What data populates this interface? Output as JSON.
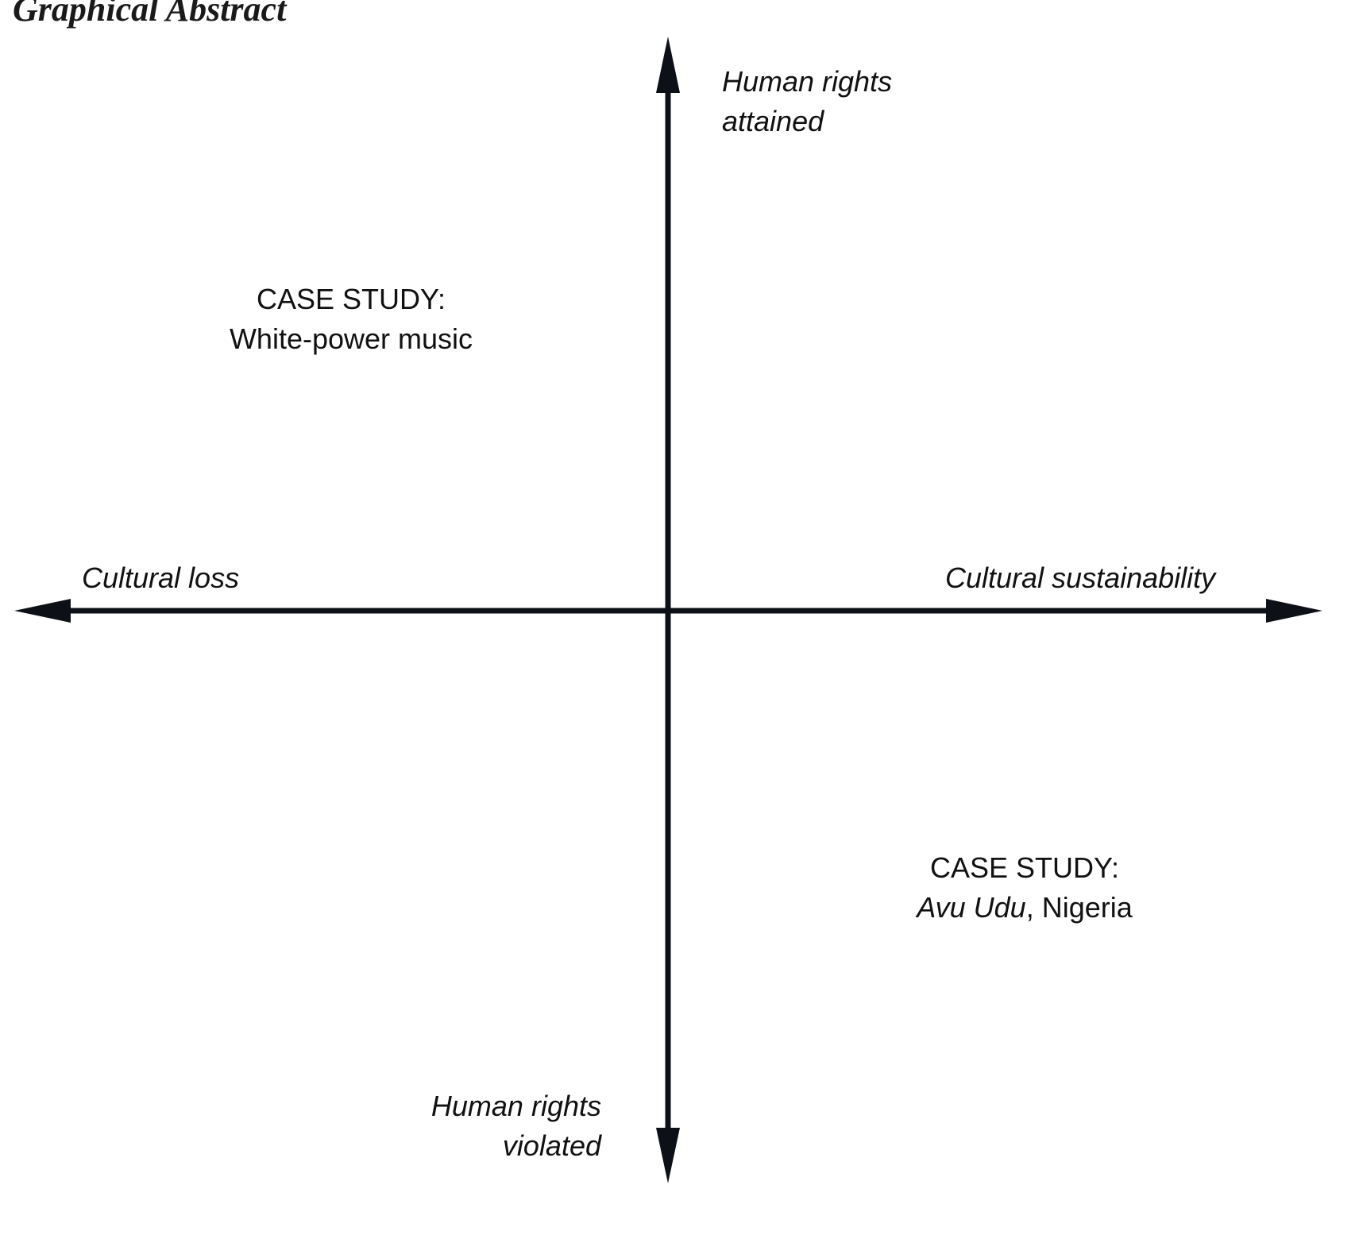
{
  "title": "Graphical Abstract",
  "colors": {
    "axis": "#0d1117",
    "text": "#111111",
    "background": "#ffffff"
  },
  "axes": {
    "vertical": {
      "top_label_line1": "Human rights",
      "top_label_line2": "attained",
      "bottom_label_line1": "Human rights",
      "bottom_label_line2": "violated"
    },
    "horizontal": {
      "left_label": "Cultural loss",
      "right_label": "Cultural sustainability"
    }
  },
  "quadrants": {
    "top_left": {
      "heading": "CASE STUDY:",
      "subject": "White-power music"
    },
    "bottom_right": {
      "heading": "CASE STUDY:",
      "subject_italic": "Avu Udu",
      "subject_rest": ", Nigeria"
    }
  }
}
